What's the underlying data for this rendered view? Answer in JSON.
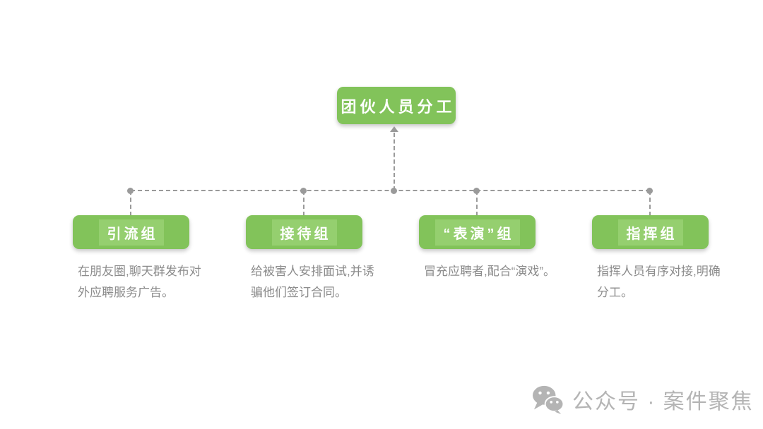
{
  "root": {
    "label": "团伙人员分工"
  },
  "groups": [
    {
      "label": "引流组",
      "desc": "在朋友圈,聊天群发布对\n外应聘服务广告。"
    },
    {
      "label": "接待组",
      "desc": "给被害人安排面试,并诱\n骗他们签订合同。"
    },
    {
      "label": "“表演”组",
      "desc": "冒充应聘者,配合“演戏”。"
    },
    {
      "label": "指挥组",
      "desc": "指挥人员有序对接,明确\n分工。"
    }
  ],
  "watermark": {
    "icon": "wechat-logo-icon",
    "text": "公众号 · 案件聚焦"
  },
  "colors": {
    "box_green": "#82c35a",
    "box_inner_green": "#95cf6f",
    "line_gray": "#9a9a9a",
    "desc_text_gray": "#8c8c8c",
    "watermark_gray": "#b4b4b4"
  }
}
